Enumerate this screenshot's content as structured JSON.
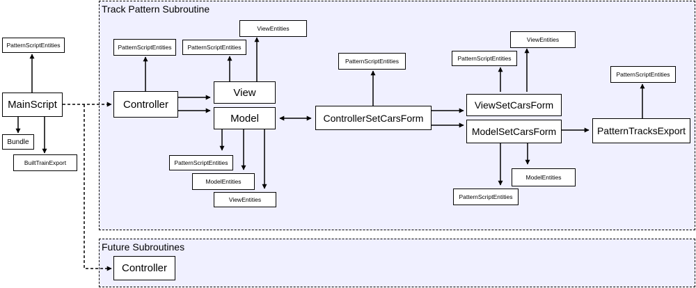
{
  "regions": {
    "track": {
      "title": "Track Pattern Subroutine"
    },
    "future": {
      "title": "Future Subroutines"
    }
  },
  "nodes": {
    "pse_main": "PatternScriptEntities",
    "main_script": "MainScript",
    "bundle": "Bundle",
    "built_train_export": "BuiltTrainExport",
    "pse_controller": "PatternScriptEntities",
    "controller": "Controller",
    "pse_view": "PatternScriptEntities",
    "view_entities_top": "ViewEntities",
    "view": "View",
    "model": "Model",
    "pse_model": "PatternScriptEntities",
    "model_entities": "ModelEntities",
    "view_entities_bottom": "ViewEntities",
    "pse_csf": "PatternScriptEntities",
    "controller_set_cars_form": "ControllerSetCarsForm",
    "pse_vscf": "PatternScriptEntities",
    "view_entities_vscf": "ViewEntities",
    "view_set_cars_form": "ViewSetCarsForm",
    "model_set_cars_form": "ModelSetCarsForm",
    "model_entities_mscf": "ModelEntities",
    "pse_mscf": "PatternScriptEntities",
    "pse_pte": "PatternScriptEntities",
    "pattern_tracks_export": "PatternTracksExport",
    "future_controller": "Controller"
  },
  "colors": {
    "region_fill": "#f0f0ff",
    "stroke": "#000000",
    "node_fill": "#ffffff"
  }
}
